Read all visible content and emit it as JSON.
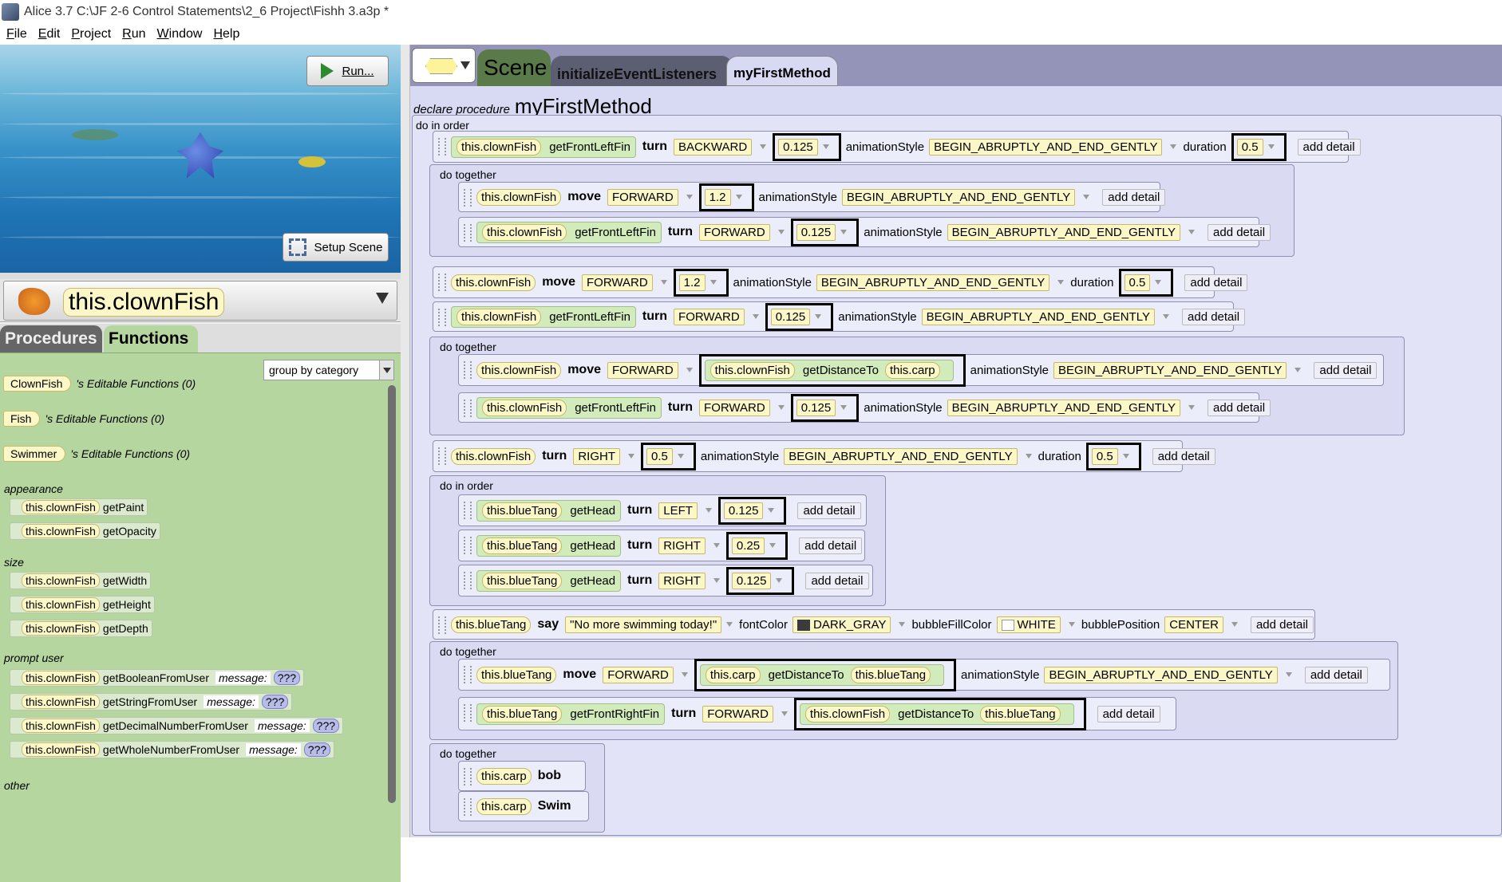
{
  "window": {
    "title": "Alice 3.7 C:\\JF 2-6 Control Statements\\2_6 Project\\Fishh 3.a3p *"
  },
  "menu": [
    "File",
    "Edit",
    "Project",
    "Run",
    "Window",
    "Help"
  ],
  "scene_view": {
    "run_label": "Run...",
    "setup_label": "Setup Scene"
  },
  "selector": {
    "selected": "this.clownFish"
  },
  "left_tabs": {
    "procedures": "Procedures",
    "functions": "Functions",
    "active": "Functions"
  },
  "function_panel": {
    "group_by": "group by category",
    "classes": [
      {
        "name": "ClownFish",
        "suffix": "'s Editable Functions (0)"
      },
      {
        "name": "Fish",
        "suffix": "'s Editable Functions (0)"
      },
      {
        "name": "Swimmer",
        "suffix": "'s Editable Functions (0)"
      }
    ],
    "categories": {
      "appearance": "appearance",
      "size": "size",
      "prompt": "prompt user",
      "other": "other"
    },
    "target": "this.clownFish",
    "appearance_fns": [
      "getPaint",
      "getOpacity"
    ],
    "size_fns": [
      "getWidth",
      "getHeight",
      "getDepth"
    ],
    "prompt_fns": [
      "getBooleanFromUser",
      "getStringFromUser",
      "getDecimalNumberFromUser",
      "getWholeNumberFromUser"
    ],
    "message_label": "message:",
    "message_value": "???"
  },
  "editor_tabs": {
    "scene": "Scene",
    "init": "initializeEventListeners",
    "method": "myFirstMethod"
  },
  "code": {
    "declare": "declare procedure",
    "method_name": "myFirstMethod",
    "do_in_order": "do in order",
    "do_together": "do together",
    "add_detail": "add detail",
    "anim_style": "animationStyle",
    "duration": "duration",
    "font_color": "fontColor",
    "bubble_fill": "bubbleFillColor",
    "bubble_pos": "bubblePosition",
    "kw_turn": "turn",
    "kw_move": "move",
    "kw_say": "say",
    "kw_bob": "bob",
    "kw_swim": "Swim",
    "clownFish": "this.clownFish",
    "blueTang": "this.blueTang",
    "carp": "this.carp",
    "getFrontLeftFin": "getFrontLeftFin",
    "getFrontRightFin": "getFrontRightFin",
    "getHead": "getHead",
    "getDistanceTo": "getDistanceTo",
    "BACKWARD": "BACKWARD",
    "FORWARD": "FORWARD",
    "RIGHT": "RIGHT",
    "LEFT": "LEFT",
    "STYLE": "BEGIN_ABRUPTLY_AND_END_GENTLY",
    "v0125": "0.125",
    "v05": "0.5",
    "v12": "1.2",
    "v025": "0.25",
    "say_text": "\"No more swimming today!\"",
    "DARK_GRAY": "DARK_GRAY",
    "WHITE": "WHITE",
    "CENTER": "CENTER"
  }
}
